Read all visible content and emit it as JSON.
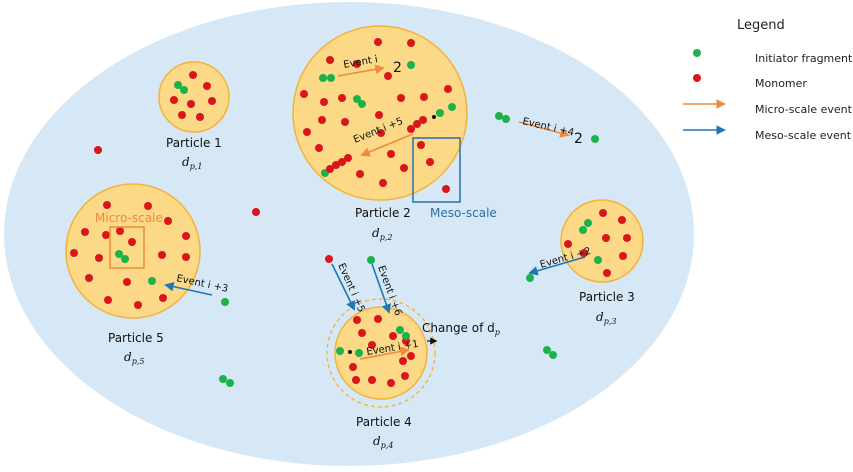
{
  "colors": {
    "background_ellipse": "#d6e8f5",
    "particle_fill": "#fbd986",
    "particle_stroke": "#f3b23a",
    "initiator": "#1cb24b",
    "monomer": "#d9161c",
    "micro_arrow": "#f08a3c",
    "meso_arrow": "#1f77b4",
    "micro_box": "#f08a3c",
    "meso_box": "#2a6ea8"
  },
  "legend": {
    "title": "Legend",
    "items": [
      {
        "label": "Initiator fragment",
        "icon": "green-dot-icon"
      },
      {
        "label": "Monomer",
        "icon": "red-dot-icon"
      },
      {
        "label": "Micro-scale event",
        "icon": "orange-arrow-icon"
      },
      {
        "label": "Meso-scale event",
        "icon": "blue-arrow-icon"
      }
    ]
  },
  "particles": [
    {
      "name": "Particle 1",
      "d": "d",
      "sub": "p,1"
    },
    {
      "name": "Particle 2",
      "d": "d",
      "sub": "p,2"
    },
    {
      "name": "Particle 3",
      "d": "d",
      "sub": "p,3"
    },
    {
      "name": "Particle 4",
      "d": "d",
      "sub": "p,4"
    },
    {
      "name": "Particle 5",
      "d": "d",
      "sub": "p,5"
    }
  ],
  "events": {
    "e1": "Event i",
    "e2": "Event i +5",
    "e3": "Event i +4",
    "e4": "Event i +2",
    "e5": "Event i +3",
    "e6": "Event i +5",
    "e7": "Event i +6",
    "e8": "Event i +1"
  },
  "labels": {
    "two_a": "2",
    "two_b": "2",
    "meso_scale": "Meso-scale",
    "micro_scale": "Micro-scale",
    "change": "Change of d",
    "change_sub": "p"
  }
}
